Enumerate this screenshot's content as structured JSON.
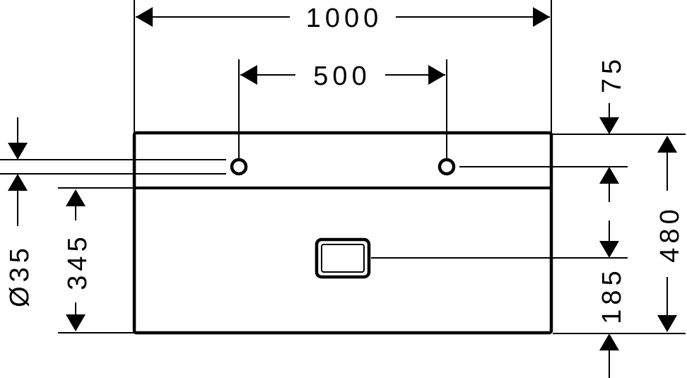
{
  "drawing": {
    "dimensions": {
      "overall_width": "1000",
      "tap_hole_spacing": "500",
      "tap_hole_offset": "75",
      "overall_depth": "480",
      "drain_offset": "185",
      "bowl_depth": "345",
      "tap_hole_diameter": "Ø35"
    }
  }
}
